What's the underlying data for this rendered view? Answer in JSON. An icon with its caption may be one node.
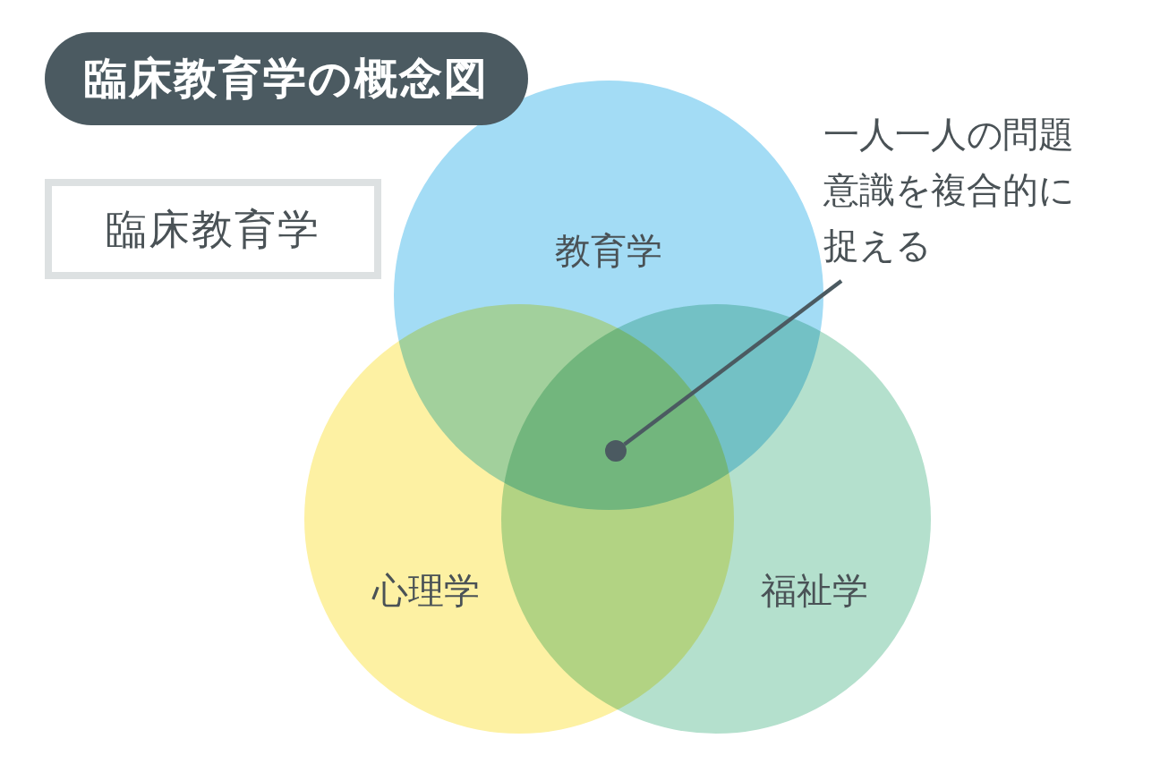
{
  "diagram": {
    "title": "臨床教育学の概念図",
    "nodes": [
      {
        "text": [
          "臨床教育学"
        ]
      },
      {
        "text": [
          "一人一人の問題意識を複合的に捉える"
        ]
      },
      {
        "text": [
          "教育学"
        ]
      },
      {
        "text": [
          "心理学"
        ]
      },
      {
        "text": [
          "福祉学"
        ]
      },
      {
        "text": [],
        "shape": "circle"
      }
    ],
    "edges": [
      {
        "from": 1,
        "to": 5,
        "arrow": "none"
      }
    ]
  }
}
